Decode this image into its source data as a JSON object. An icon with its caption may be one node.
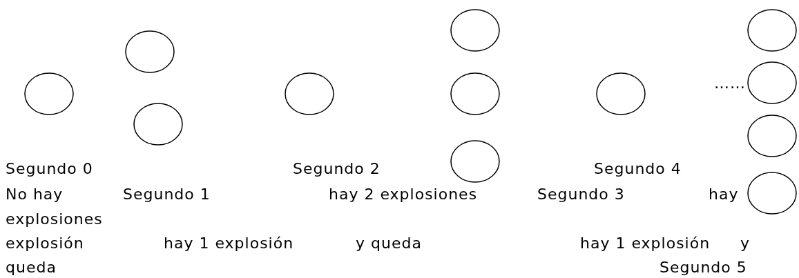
{
  "diagram": {
    "nodes": [
      {
        "text": [],
        "shape": "circle"
      },
      {
        "text": [],
        "shape": "circle"
      },
      {
        "text": [],
        "shape": "circle"
      },
      {
        "text": [],
        "shape": "circle"
      },
      {
        "text": [],
        "shape": "circle"
      },
      {
        "text": [],
        "shape": "circle"
      },
      {
        "text": [],
        "shape": "circle"
      },
      {
        "text": [],
        "shape": "circle"
      },
      {
        "text": [],
        "shape": "circle"
      },
      {
        "text": [],
        "shape": "circle"
      },
      {
        "text": [],
        "shape": "circle"
      },
      {
        "text": [],
        "shape": "circle"
      }
    ],
    "labels": [
      "……",
      "Segundo 0",
      "Segundo 2",
      "Segundo 4",
      "No hay",
      "Segundo 1",
      "hay 2 explosiones",
      "Segundo 3",
      "hay",
      "explosiones",
      "explosión",
      "hay 1 explosión",
      "y queda",
      "hay 1 explosión",
      "y",
      "queda",
      "Segundo 5"
    ]
  }
}
